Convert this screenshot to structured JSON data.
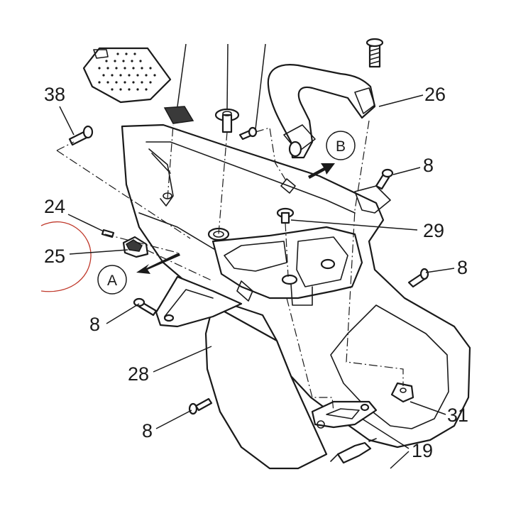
{
  "diagram": {
    "callouts": [
      {
        "id": "38",
        "label": "38"
      },
      {
        "id": "24",
        "label": "24"
      },
      {
        "id": "25",
        "label": "25"
      },
      {
        "id": "8a",
        "label": "8"
      },
      {
        "id": "8b",
        "label": "8"
      },
      {
        "id": "8c",
        "label": "8"
      },
      {
        "id": "8d",
        "label": "8"
      },
      {
        "id": "26",
        "label": "26"
      },
      {
        "id": "29",
        "label": "29"
      },
      {
        "id": "28",
        "label": "28"
      },
      {
        "id": "31",
        "label": "31"
      },
      {
        "id": "19",
        "label": "19"
      }
    ],
    "view_markers": [
      {
        "id": "A",
        "label": "A"
      },
      {
        "id": "B",
        "label": "B"
      }
    ],
    "highlight_color": "#c0392b"
  }
}
